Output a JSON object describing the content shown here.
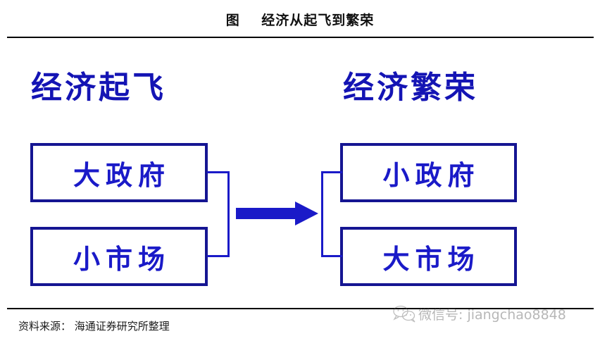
{
  "figure": {
    "title": "图    经济从起飞到繁荣",
    "source_note": "资料来源： 海通证券研究所整理"
  },
  "colors": {
    "accent_blue": "#1a1ac8",
    "box_border": "#151592",
    "heading_blue": "#1414b4",
    "rule_black": "#000000"
  },
  "diagram": {
    "left_stage": {
      "heading": "经济起飞",
      "boxes": [
        {
          "label": "大政府"
        },
        {
          "label": "小市场"
        }
      ]
    },
    "right_stage": {
      "heading": "经济繁荣",
      "boxes": [
        {
          "label": "小政府"
        },
        {
          "label": "大市场"
        }
      ]
    },
    "transition": {
      "icon": "right-block-arrow",
      "left_connector": "right-brace",
      "right_connector": "left-brace"
    }
  },
  "watermark": {
    "logo": "wechat-logo",
    "text": "微信号: jiangchao8848"
  }
}
